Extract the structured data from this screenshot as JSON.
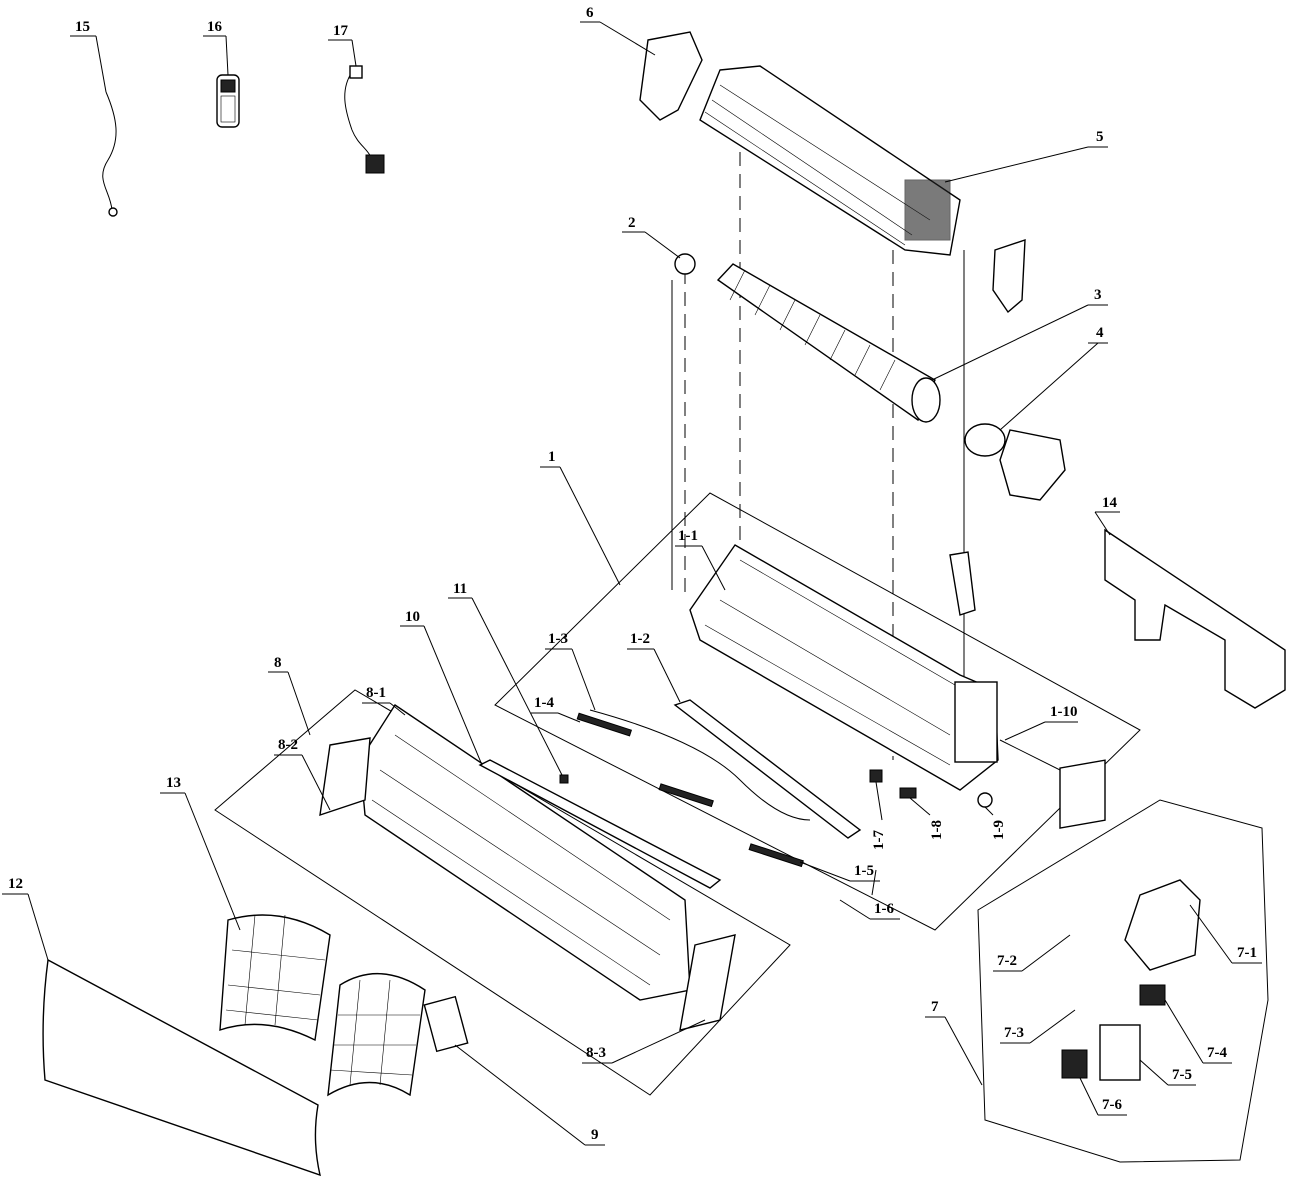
{
  "diagram": {
    "labels": {
      "p1": "1",
      "p1_1": "1-1",
      "p1_2": "1-2",
      "p1_3": "1-3",
      "p1_4": "1-4",
      "p1_5": "1-5",
      "p1_6": "1-6",
      "p1_7": "1-7",
      "p1_8": "1-8",
      "p1_9": "1-9",
      "p1_10": "1-10",
      "p2": "2",
      "p3": "3",
      "p4": "4",
      "p5": "5",
      "p6": "6",
      "p7": "7",
      "p7_1": "7-1",
      "p7_2": "7-2",
      "p7_3": "7-3",
      "p7_4": "7-4",
      "p7_5": "7-5",
      "p7_6": "7-6",
      "p8": "8",
      "p8_1": "8-1",
      "p8_2": "8-2",
      "p8_3": "8-3",
      "p9": "9",
      "p10": "10",
      "p11": "11",
      "p12": "12",
      "p13": "13",
      "p14": "14",
      "p15": "15",
      "p16": "16",
      "p17": "17"
    }
  }
}
